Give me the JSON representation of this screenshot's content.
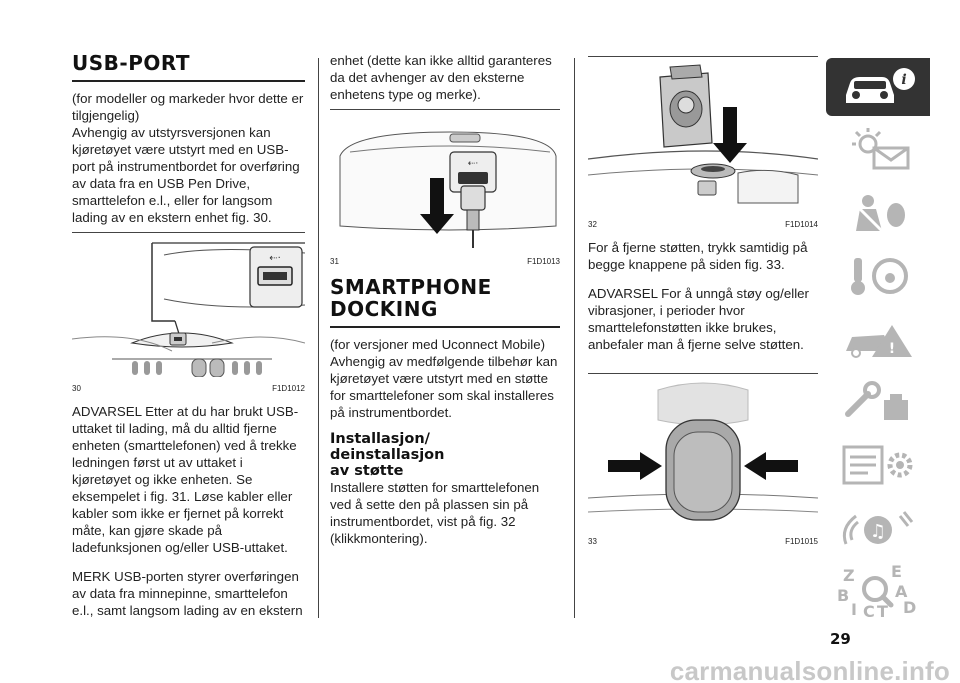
{
  "col1": {
    "title": "USB-PORT",
    "p1": "(for modeller og markeder hvor dette er tilgjengelig)",
    "p2": "Avhengig av utstyrsversjonen kan kjøretøyet være utstyrt med en USB-port på instrumentbordet for overføring av data fra en USB Pen Drive, smarttelefon e.l., eller for langsom lading av en ekstern enhet fig. 30.",
    "fig_num": "30",
    "fig_code": "F1D1012",
    "p3": "ADVARSEL Etter at du har brukt USB-uttaket til lading, må du alltid fjerne enheten (smarttelefonen) ved å trekke ledningen først ut av uttaket i kjøretøyet og ikke enheten. Se eksempelet i fig. 31. Løse kabler eller kabler som ikke er fjernet på korrekt måte, kan gjøre skade på ladefunksjonen og/eller USB-uttaket.",
    "p4": "MERK USB-porten styrer overføringen av data fra minnepinne, smarttelefon e.l., samt langsom lading av en ekstern"
  },
  "col2": {
    "p1": "enhet (dette kan ikke alltid garanteres da det avhenger av den eksterne enhetens type og merke).",
    "fig_num": "31",
    "fig_code": "F1D1013",
    "title_line1": "SMARTPHONE",
    "title_line2": "DOCKING",
    "p2": "(for versjoner med Uconnect Mobile)",
    "p3": "Avhengig av medfølgende tilbehør kan kjøretøyet være utstyrt med en støtte for smarttelefoner som skal installeres på instrumentbordet.",
    "sub_line1": "Installasjon/",
    "sub_line2": "deinstallasjon",
    "sub_line3": "av støtte",
    "p4": "Installere støtten for smarttelefonen ved å sette den på plassen sin på instrumentbordet, vist på fig. 32 (klikkmontering)."
  },
  "col3": {
    "fig32_num": "32",
    "fig32_code": "F1D1014",
    "p1": "For å fjerne støtten, trykk samtidig på begge knappene på siden fig. 33.",
    "p2": "ADVARSEL For å unngå støy og/eller vibrasjoner, i perioder hvor smarttelefonstøtten ikke brukes, anbefaler man å fjerne selve støtten.",
    "fig33_num": "33",
    "fig33_code": "F1D1015"
  },
  "sidebar_letters": [
    "Z",
    "E",
    "B",
    "A",
    "I",
    "C",
    "T",
    "D"
  ],
  "page_number": "29",
  "watermark": "carmanualsonline.info",
  "colors": {
    "active_tab": "#333333",
    "icon_gray": "#b5b5b5",
    "text": "#222222",
    "watermark": "#c8c8c8"
  }
}
